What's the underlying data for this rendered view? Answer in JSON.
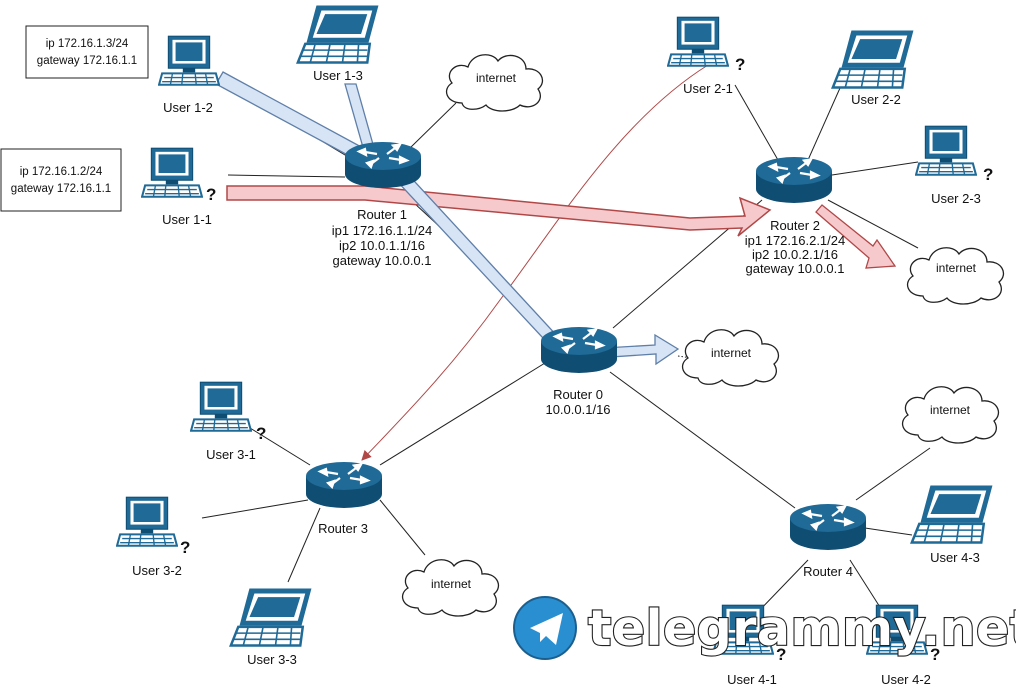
{
  "routers": {
    "r1": {
      "name": "Router 1",
      "ip1": "ip1 172.16.1.1/24",
      "ip2": "ip2 10.0.1.1/16",
      "gateway": "gateway 10.0.0.1"
    },
    "r2": {
      "name": "Router 2",
      "ip1": "ip1 172.16.2.1/24",
      "ip2": "ip2 10.0.2.1/16",
      "gateway": "gateway 10.0.0.1"
    },
    "r0": {
      "name": "Router 0",
      "ip": "10.0.0.1/16"
    },
    "r3": {
      "name": "Router 3"
    },
    "r4": {
      "name": "Router 4"
    }
  },
  "users": {
    "u11": "User 1-1",
    "u12": "User 1-2",
    "u13": "User 1-3",
    "u21": "User 2-1",
    "u22": "User 2-2",
    "u23": "User 2-3",
    "u31": "User 3-1",
    "u32": "User 3-2",
    "u33": "User 3-3",
    "u41": "User 4-1",
    "u42": "User 4-2",
    "u43": "User 4-3"
  },
  "clouds": {
    "label": "internet"
  },
  "boxes": {
    "user12": {
      "ip": "ip 172.16.1.3/24",
      "gateway": "gateway 172.16.1.1"
    },
    "user11": {
      "ip": "ip 172.16.1.2/24",
      "gateway": "gateway 172.16.1.1"
    }
  },
  "unknown_mark": "?",
  "watermark": "telegrammy.net",
  "colors": {
    "device": "#1f6a96",
    "device_dark": "#0f4d72",
    "pink_arrow": "#f6c9cc",
    "blue_arrow": "#d6e4f5",
    "red_line": "#b04848"
  }
}
